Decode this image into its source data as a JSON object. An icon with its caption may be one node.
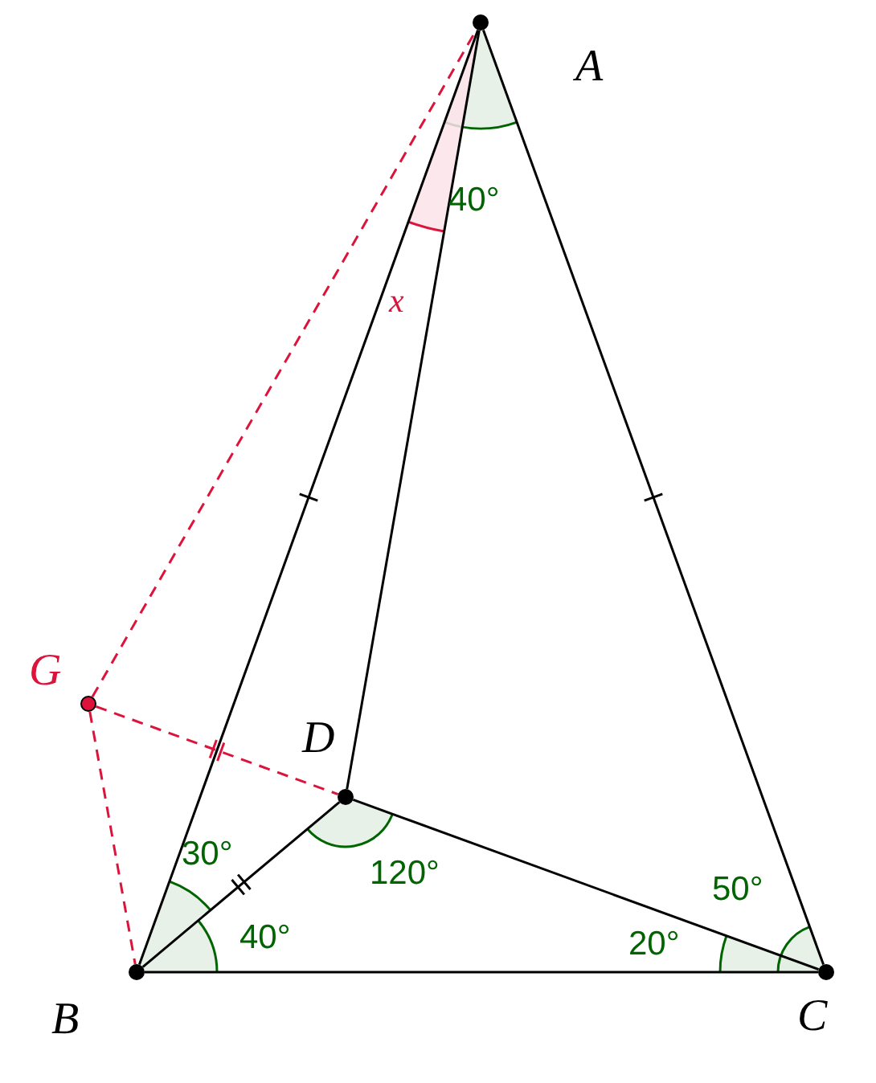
{
  "diagram": {
    "nodes": [
      {
        "text": [
          "A"
        ]
      },
      {
        "text": [
          "B"
        ]
      },
      {
        "text": [
          "C"
        ]
      },
      {
        "text": [
          "D"
        ]
      },
      {
        "text": [
          "G"
        ]
      }
    ],
    "edges": [
      {
        "from": 0,
        "to": 1,
        "arrow": "none"
      },
      {
        "from": 0,
        "to": 2,
        "arrow": "none"
      },
      {
        "from": 1,
        "to": 2,
        "arrow": "none"
      },
      {
        "from": 0,
        "to": 3,
        "arrow": "none"
      },
      {
        "from": 1,
        "to": 3,
        "arrow": "none"
      },
      {
        "from": 3,
        "to": 2,
        "arrow": "none"
      },
      {
        "from": 4,
        "to": 0,
        "arrow": "none",
        "style": "dashed",
        "color": "#dc143c"
      },
      {
        "from": 4,
        "to": 3,
        "arrow": "none",
        "style": "dashed",
        "color": "#dc143c"
      },
      {
        "from": 4,
        "to": 1,
        "arrow": "none",
        "style": "dashed",
        "color": "#dc143c"
      }
    ],
    "labels": [
      "40°",
      "x",
      "30°",
      "120°",
      "50°",
      "40°",
      "20°"
    ]
  }
}
